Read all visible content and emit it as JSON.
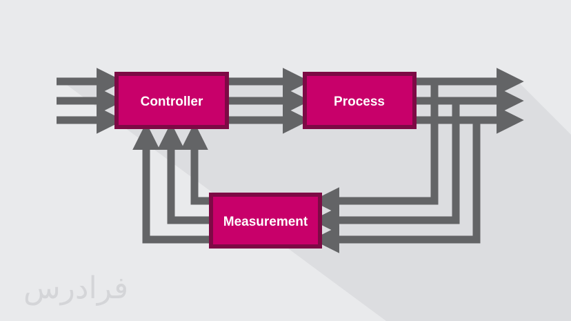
{
  "blocks": {
    "controller": "Controller",
    "process": "Process",
    "measurement": "Measurement"
  },
  "watermark": "فرادرس",
  "colors": {
    "background": "#e9eaec",
    "shadow": "#dcdde0",
    "box_fill": "#c8006a",
    "box_border": "#7d0a45",
    "arrow": "#636466",
    "label": "#ffffff"
  }
}
